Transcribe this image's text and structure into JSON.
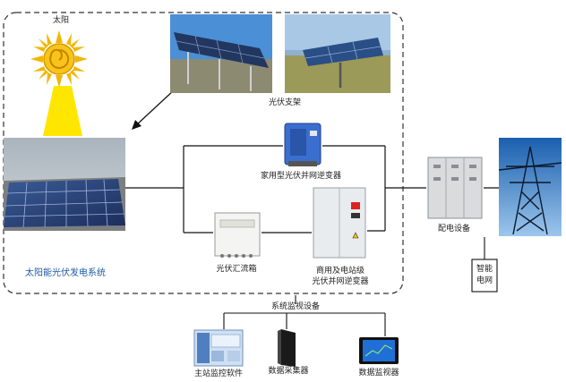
{
  "labels": {
    "sun": "太阳",
    "mount": "光伏支架",
    "home_inverter": "家用型光伏并网逆变器",
    "combiner": "光伏汇流箱",
    "commercial_inverter_l1": "商用及电站级",
    "commercial_inverter_l2": "光伏并网逆变器",
    "system_name": "太阳能光伏发电系统",
    "power_distribution": "配电设备",
    "smart_grid_l1": "智能",
    "smart_grid_l2": "电网",
    "monitoring": "系统监视设备",
    "host_software": "主站监控软件",
    "data_collector": "数据采集器",
    "data_monitor": "数据监视器"
  },
  "icons": {
    "sun": "sun-icon",
    "light_beam": "sun-ray-beam",
    "panels": "solar-panel-array",
    "mount_photo_1": "solar-mount-photo",
    "mount_photo_2": "solar-mount-photo",
    "home_inverter": "inverter-icon",
    "combiner": "combiner-box-icon",
    "commercial_inverter": "cabinet-inverter-icon",
    "distribution": "switchgear-icon",
    "grid": "transmission-tower-icon",
    "software": "monitor-software-icon",
    "collector": "data-collector-icon",
    "monitor": "display-monitor-icon"
  },
  "colors": {
    "system_label": "#1f5aa6",
    "dashed_border": "#333333",
    "wires": "#111111",
    "sun": "#f2b705",
    "beam": "#ffe600"
  }
}
